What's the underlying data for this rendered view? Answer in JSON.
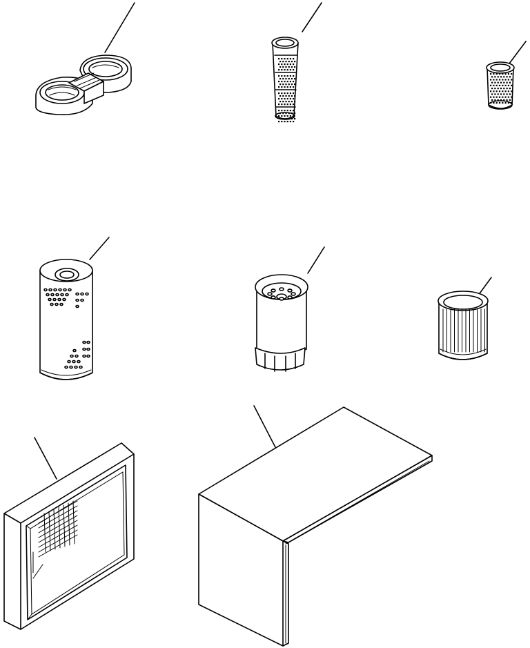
{
  "diagram": {
    "background": "#ffffff",
    "ink": "#000000",
    "parts": [
      {
        "id": "p1",
        "kind": "spacer-bracket",
        "callout": ""
      },
      {
        "id": "p2",
        "kind": "perforated-strainer",
        "callout": ""
      },
      {
        "id": "p3",
        "kind": "mesh-strainer",
        "callout": ""
      },
      {
        "id": "p4",
        "kind": "cartridge-filter",
        "callout": ""
      },
      {
        "id": "p5",
        "kind": "spin-on-filter",
        "callout": ""
      },
      {
        "id": "p6",
        "kind": "pleated-element",
        "callout": ""
      },
      {
        "id": "p7",
        "kind": "framed-screen-filter",
        "callout": ""
      },
      {
        "id": "p8",
        "kind": "folded-panel-filter",
        "callout": ""
      }
    ]
  }
}
